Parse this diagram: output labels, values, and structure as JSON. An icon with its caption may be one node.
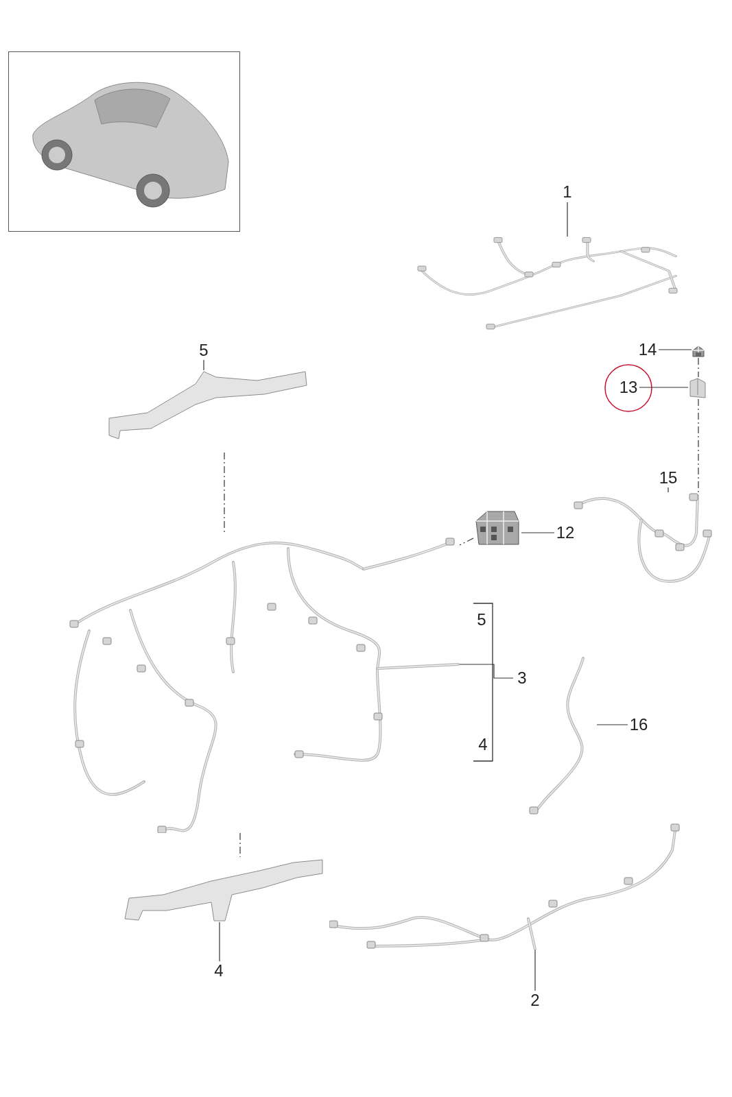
{
  "diagram": {
    "nodes": [
      {
        "text": [
          "1"
        ]
      },
      {
        "text": [],
        "shape": "picture"
      },
      {
        "text": [
          "14"
        ]
      },
      {
        "text": [],
        "shape": "picture"
      },
      {
        "text": [
          "13"
        ]
      },
      {
        "text": [],
        "shape": "picture"
      },
      {
        "text": [
          "5"
        ]
      },
      {
        "text": [],
        "shape": "picture"
      },
      {
        "text": [
          "15"
        ]
      },
      {
        "text": [],
        "shape": "picture"
      },
      {
        "text": [
          "12"
        ]
      },
      {
        "text": [],
        "shape": "picture"
      },
      {
        "text": [
          "3"
        ]
      },
      {
        "text": [],
        "shape": "picture"
      },
      {
        "text": [
          "16"
        ]
      },
      {
        "text": [],
        "shape": "picture"
      },
      {
        "text": [
          "4"
        ]
      },
      {
        "text": [],
        "shape": "picture"
      },
      {
        "text": [
          "2"
        ]
      },
      {
        "text": [],
        "shape": "picture"
      }
    ],
    "edges": [
      {
        "from": 0,
        "to": 1,
        "arrow": "none"
      },
      {
        "from": 2,
        "to": 3,
        "arrow": "none"
      },
      {
        "from": 4,
        "to": 5,
        "arrow": "none"
      },
      {
        "from": 6,
        "to": 7,
        "arrow": "none"
      },
      {
        "from": 8,
        "to": 9,
        "arrow": "none"
      },
      {
        "from": 10,
        "to": 11,
        "arrow": "none"
      },
      {
        "from": 12,
        "to": 13,
        "arrow": "none"
      },
      {
        "from": 14,
        "to": 15,
        "arrow": "none"
      },
      {
        "from": 16,
        "to": 17,
        "arrow": "none"
      },
      {
        "from": 18,
        "to": 19,
        "arrow": "none"
      },
      {
        "from": 3,
        "to": 5,
        "arrow": "none",
        "style": "dashed"
      },
      {
        "from": 5,
        "to": 9,
        "arrow": "none",
        "style": "dashed"
      },
      {
        "from": 7,
        "to": 13,
        "arrow": "none",
        "style": "dashed"
      },
      {
        "from": 13,
        "to": 17,
        "arrow": "none",
        "style": "dashed"
      },
      {
        "from": 11,
        "to": 13,
        "arrow": "none",
        "style": "dashed"
      }
    ],
    "labels": [
      "5",
      "4"
    ]
  }
}
